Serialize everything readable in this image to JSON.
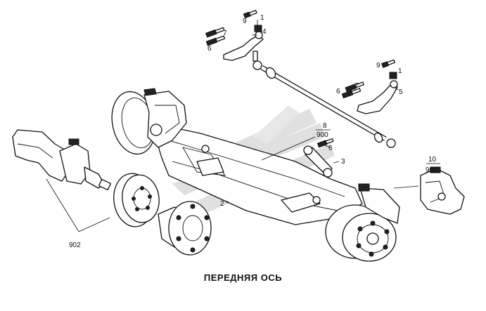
{
  "caption": "ПЕРЕДНЯЯ ОСЬ",
  "labels": {
    "l1a": "1",
    "l9a": "9",
    "l4": "4",
    "l7a": "7",
    "l6a": "6",
    "l9b": "9",
    "l1b": "1",
    "l7b": "7",
    "l6b": "6",
    "l5": "5",
    "l8": "8",
    "l900": "900",
    "l6c": "6",
    "l3": "3",
    "l2": "2 *",
    "l10": "10",
    "l903": "903",
    "l902": "902"
  },
  "colors": {
    "line": "#111111",
    "watermark": "#c8c8c8",
    "background": "#ffffff"
  }
}
